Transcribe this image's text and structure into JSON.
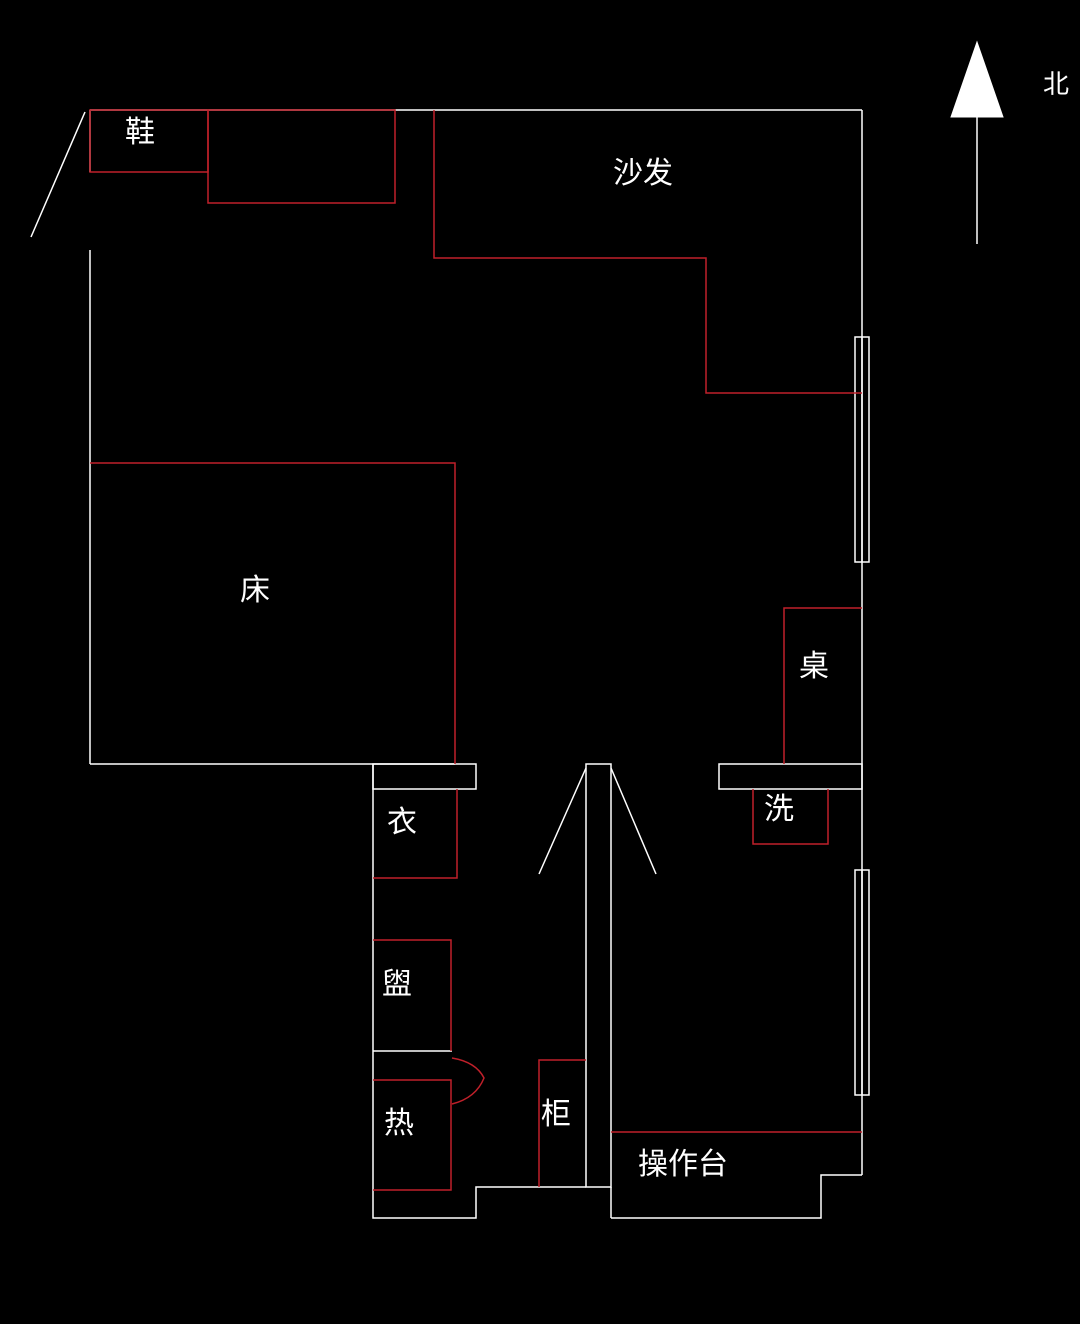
{
  "colors": {
    "background": "#000000",
    "wall": "#ffffff",
    "furniture": "#c0202a",
    "text": "#ffffff"
  },
  "compass": {
    "label": "北",
    "icon": "north-arrow-icon"
  },
  "rooms": {
    "shoe_cabinet": "鞋",
    "sofa": "沙发",
    "bed": "床",
    "desk": "桌",
    "wardrobe": "衣",
    "sink": "洗",
    "toilet": "盥",
    "water_heater": "热",
    "cabinet": "柜",
    "countertop": "操作台"
  }
}
